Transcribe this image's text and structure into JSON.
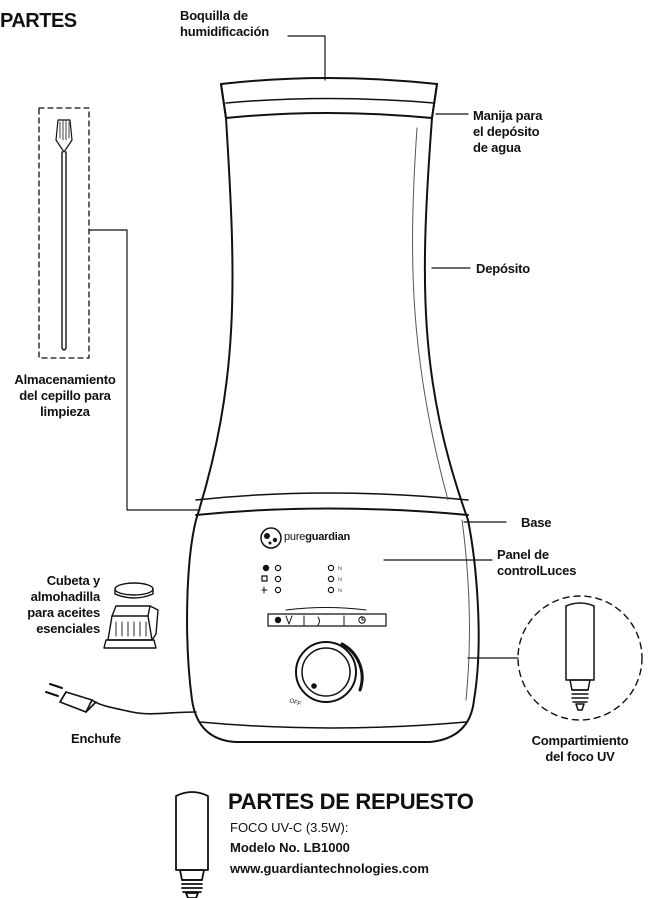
{
  "header": {
    "title": "PARTES"
  },
  "labels": {
    "nozzle": "Boquilla de\nhumidificación",
    "handle": "Manija para\nel depósito\nde agua",
    "tank": "Depósito",
    "brush": "Almacenamiento\ndel cepillo para\nlimpieza",
    "base": "Base",
    "panel": "Panel de\ncontrolLuces",
    "tray": "Cubeta y\nalmohadilla\npara aceites\nesenciales",
    "plug": "Enchufe",
    "uv": "Compartimiento\ndel foco UV"
  },
  "product": {
    "logo_pure": "pure",
    "logo_guardian": "guardian",
    "dial_off": "OFF"
  },
  "spare_parts": {
    "title": "PARTES DE REPUESTO",
    "line1": "FOCO UV-C (3.5W):",
    "line2": "Modelo No. LB1000",
    "line3": "www.guardiantechnologies.com"
  }
}
